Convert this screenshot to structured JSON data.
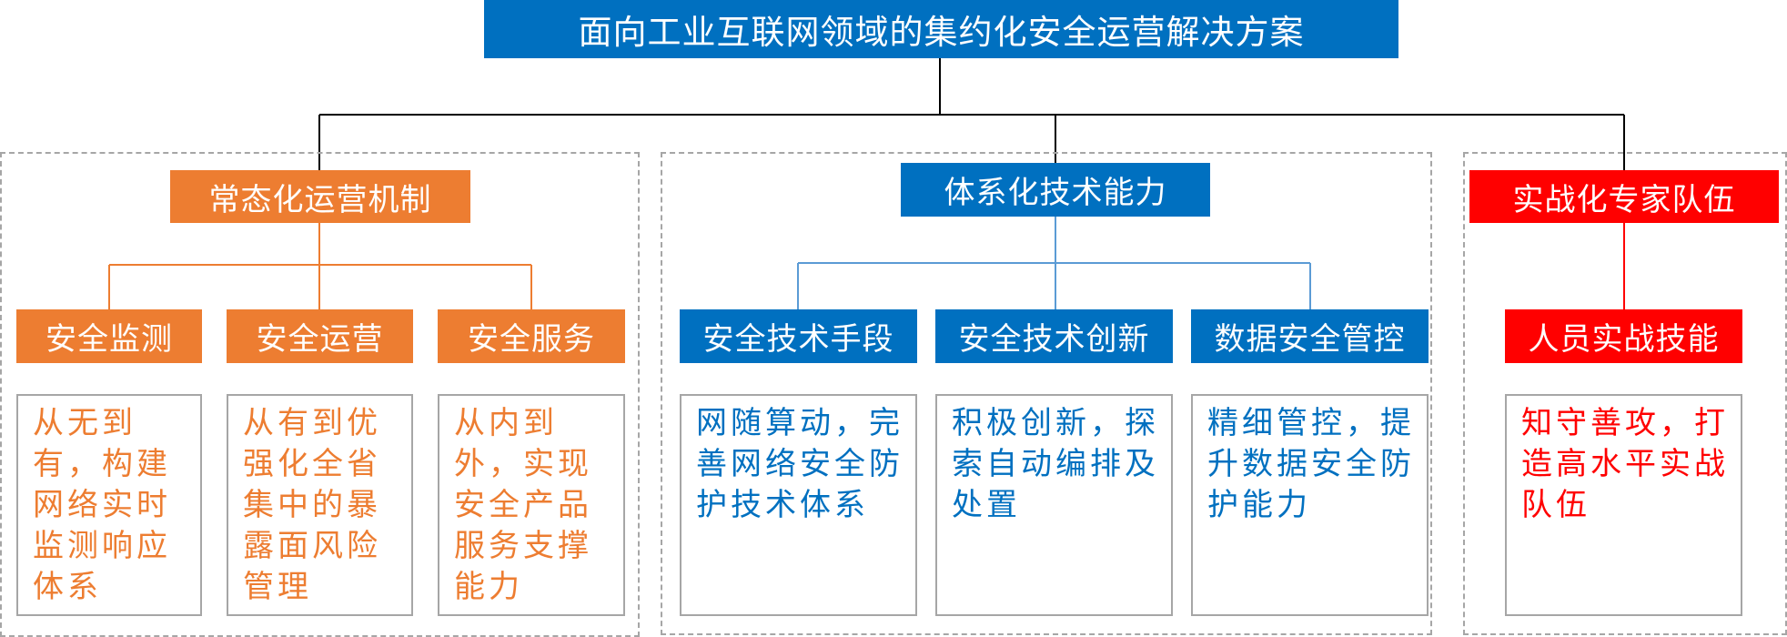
{
  "title": "面向工业互联网领域的集约化安全运营解决方案",
  "pillars": [
    {
      "label": "常态化运营机制",
      "color": "#ed7d31",
      "items": [
        {
          "label": "安全监测",
          "desc": "从无到有，构建网络实时监测响应体系"
        },
        {
          "label": "安全运营",
          "desc": "从有到优强化全省集中的暴露面风险管理"
        },
        {
          "label": "安全服务",
          "desc": "从内到外，实现安全产品服务支撑能力"
        }
      ]
    },
    {
      "label": "体系化技术能力",
      "color": "#0070c0",
      "items": [
        {
          "label": "安全技术手段",
          "desc": "网随算动，完善网络安全防护技术体系"
        },
        {
          "label": "安全技术创新",
          "desc": "积极创新，探索自动编排及处置"
        },
        {
          "label": "数据安全管控",
          "desc": "精细管控，提升数据安全防护能力"
        }
      ]
    },
    {
      "label": "实战化专家队伍",
      "color": "#ff0000",
      "items": [
        {
          "label": "人员实战技能",
          "desc": "知守善攻，打造高水平实战队伍"
        }
      ]
    }
  ]
}
